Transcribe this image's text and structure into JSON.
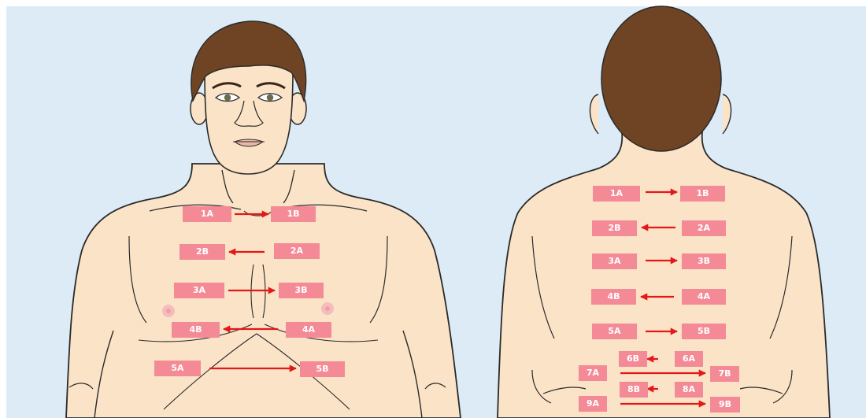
{
  "colors": {
    "background": "#dcebf5",
    "skin": "#fbe3c8",
    "outline": "#2a2a2a",
    "hair": "#6e4424",
    "label_fill": "#f48a96",
    "arrow": "#e41818"
  },
  "front": {
    "labels": {
      "l1a": "1A",
      "l1b": "1B",
      "l2b": "2B",
      "l2a": "2A",
      "l3a": "3A",
      "l3b": "3B",
      "l4b": "4B",
      "l4a": "4A",
      "l5a": "5A",
      "l5b": "5B"
    },
    "arrows": [
      {
        "from": "1A",
        "to": "1B",
        "direction": "right"
      },
      {
        "from": "2A",
        "to": "2B",
        "direction": "left"
      },
      {
        "from": "3A",
        "to": "3B",
        "direction": "right"
      },
      {
        "from": "4A",
        "to": "4B",
        "direction": "left"
      },
      {
        "from": "5A",
        "to": "5B",
        "direction": "right"
      }
    ]
  },
  "back": {
    "labels": {
      "l1a": "1A",
      "l1b": "1B",
      "l2b": "2B",
      "l2a": "2A",
      "l3a": "3A",
      "l3b": "3B",
      "l4b": "4B",
      "l4a": "4A",
      "l5a": "5A",
      "l5b": "5B",
      "l6b": "6B",
      "l6a": "6A",
      "l7a": "7A",
      "l7b": "7B",
      "l8b": "8B",
      "l8a": "8A",
      "l9a": "9A",
      "l9b": "9B"
    },
    "arrows": [
      {
        "from": "1A",
        "to": "1B",
        "direction": "right"
      },
      {
        "from": "2A",
        "to": "2B",
        "direction": "left"
      },
      {
        "from": "3A",
        "to": "3B",
        "direction": "right"
      },
      {
        "from": "4A",
        "to": "4B",
        "direction": "left"
      },
      {
        "from": "5A",
        "to": "5B",
        "direction": "right"
      },
      {
        "from": "6A",
        "to": "6B",
        "direction": "left"
      },
      {
        "from": "7A",
        "to": "7B",
        "direction": "right"
      },
      {
        "from": "8A",
        "to": "8B",
        "direction": "left"
      },
      {
        "from": "9A",
        "to": "9B",
        "direction": "right"
      }
    ]
  }
}
